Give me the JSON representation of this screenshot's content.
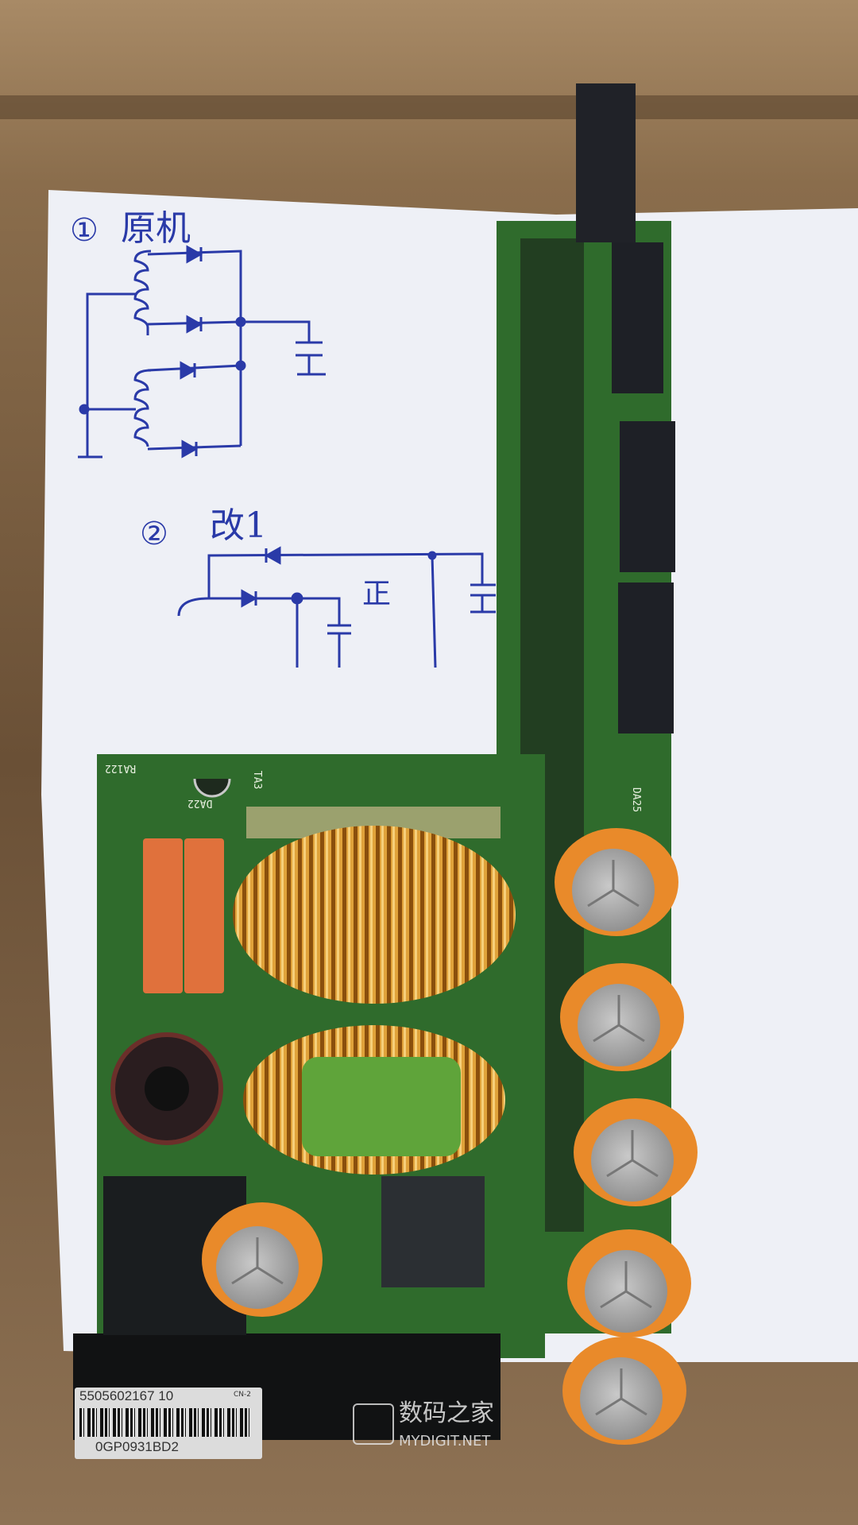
{
  "schematic": {
    "section1_number": "①",
    "section1_title": "原机",
    "section2_number": "②",
    "section2_title": "改1",
    "polarity_mark": "正"
  },
  "pcb_silkscreen": {
    "ra122": "RA122",
    "da22": "DA22",
    "ta3": "TA3",
    "da25": "DA25"
  },
  "barcode_label": {
    "part_number": "5505602167 10",
    "small_mark": "CN-2",
    "code": "0GP0931BD2"
  },
  "watermark": {
    "chinese": "数码之家",
    "english": "MYDIGIT.NET"
  },
  "colors": {
    "ink": "#2a3aa8",
    "pcb": "#2f6b2c",
    "copper": "#c9851c",
    "capacitor": "#e98a2a",
    "core_green": "#5fa43a"
  }
}
